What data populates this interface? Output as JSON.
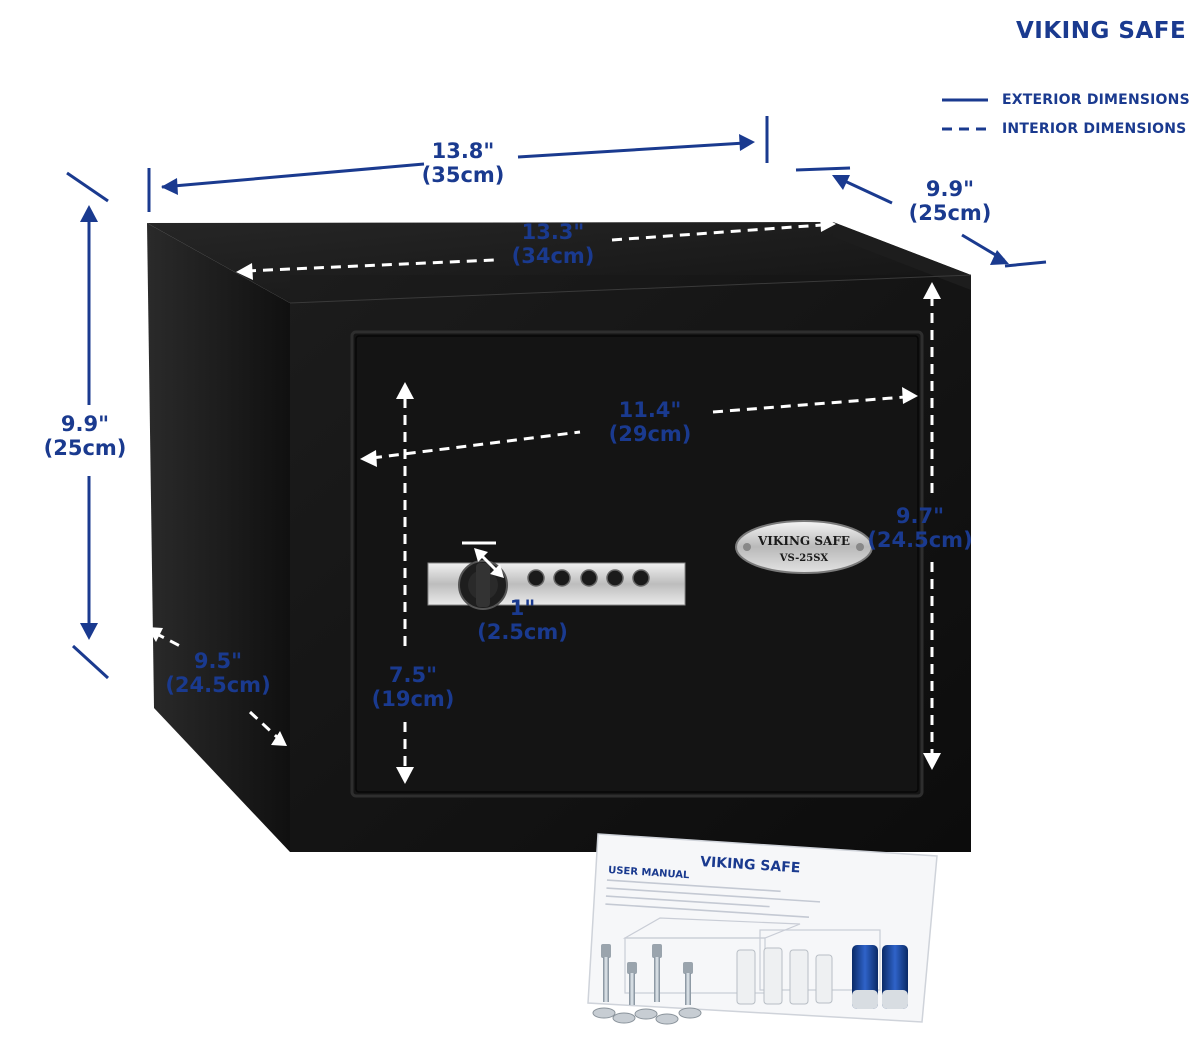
{
  "brand": {
    "name": "VIKING SAFE"
  },
  "legend": {
    "exterior": "EXTERIOR DIMENSIONS",
    "interior": "INTERIOR DIMENSIONS"
  },
  "dimensions": {
    "ext_width": {
      "in": "13.8\"",
      "cm": "(35cm)"
    },
    "ext_depth": {
      "in": "9.9\"",
      "cm": "(25cm)"
    },
    "ext_height": {
      "in": "9.9\"",
      "cm": "(25cm)"
    },
    "int_width": {
      "in": "13.3\"",
      "cm": "(34cm)"
    },
    "int_depth": {
      "in": "9.5\"",
      "cm": "(24.5cm)"
    },
    "door_width": {
      "in": "11.4\"",
      "cm": "(29cm)"
    },
    "door_height": {
      "in": "9.7\"",
      "cm": "(24.5cm)"
    },
    "door_offset": {
      "in": "7.5\"",
      "cm": "(19cm)"
    },
    "knob": {
      "in": "1\"",
      "cm": "(2.5cm)"
    }
  },
  "nameplate": {
    "brand": "VIKING SAFE",
    "model": "VS-25SX"
  },
  "manual": {
    "brand": "VIKING SAFE",
    "title": "USER MANUAL"
  },
  "colors": {
    "accent": "#1a3a8f",
    "safe_body": "#141414"
  }
}
